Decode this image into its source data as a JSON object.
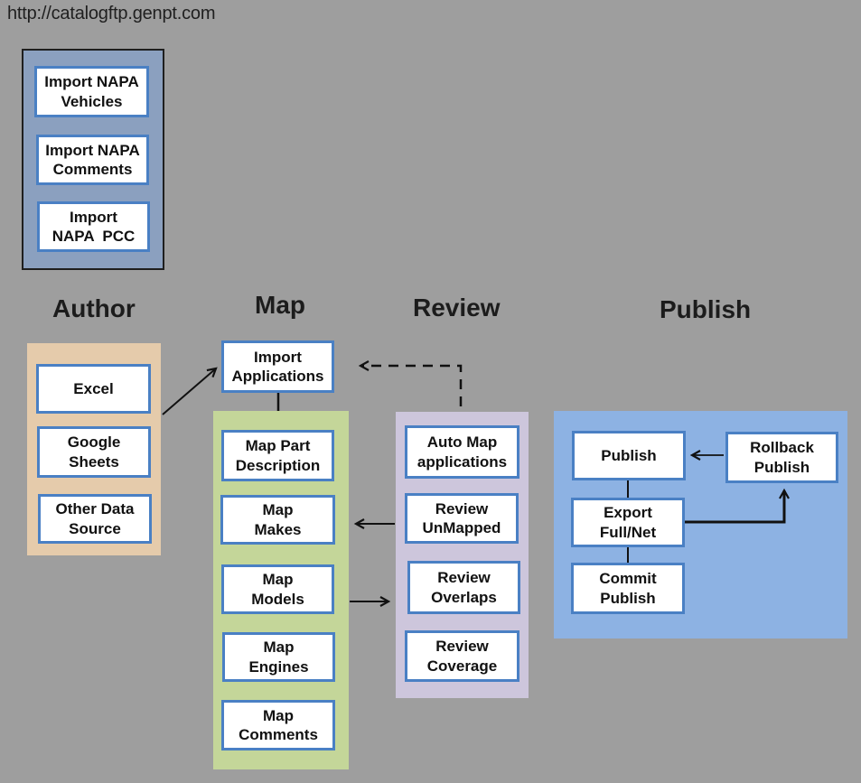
{
  "url_bar": {
    "text": "http://catalogftp.genpt.com"
  },
  "colors": {
    "background": "#9e9e9e",
    "import_panel": "#8ba0bf",
    "author_panel": "#e5cbab",
    "map_panel": "#c4d699",
    "review_panel": "#cdc6dc",
    "publish_panel": "#8db2e3",
    "node_border": "#4a80c4",
    "node_fill": "#ffffff",
    "arrow": "#111111"
  },
  "import_panel": {
    "boxes": [
      {
        "label": "Import NAPA\nVehicles"
      },
      {
        "label": "Import NAPA\nComments"
      },
      {
        "label": "Import\nNAPA  PCC"
      }
    ]
  },
  "columns": {
    "author": {
      "header": "Author",
      "boxes": [
        {
          "label": "Excel"
        },
        {
          "label": "Google\nSheets"
        },
        {
          "label": "Other Data\nSource"
        }
      ]
    },
    "map": {
      "header": "Map",
      "import_box": {
        "label": "Import\nApplications"
      },
      "boxes": [
        {
          "label": "Map Part\nDescription"
        },
        {
          "label": "Map\nMakes"
        },
        {
          "label": "Map\nModels"
        },
        {
          "label": "Map\nEngines"
        },
        {
          "label": "Map\nComments"
        }
      ]
    },
    "review": {
      "header": "Review",
      "boxes": [
        {
          "label": "Auto Map\napplications"
        },
        {
          "label": "Review\nUnMapped"
        },
        {
          "label": "Review\nOverlaps"
        },
        {
          "label": "Review\nCoverage"
        }
      ]
    },
    "publish": {
      "header": "Publish",
      "boxes": [
        {
          "label": "Publish"
        },
        {
          "label": "Rollback\nPublish"
        },
        {
          "label": "Export\nFull/Net"
        },
        {
          "label": "Commit\nPublish"
        }
      ]
    }
  }
}
